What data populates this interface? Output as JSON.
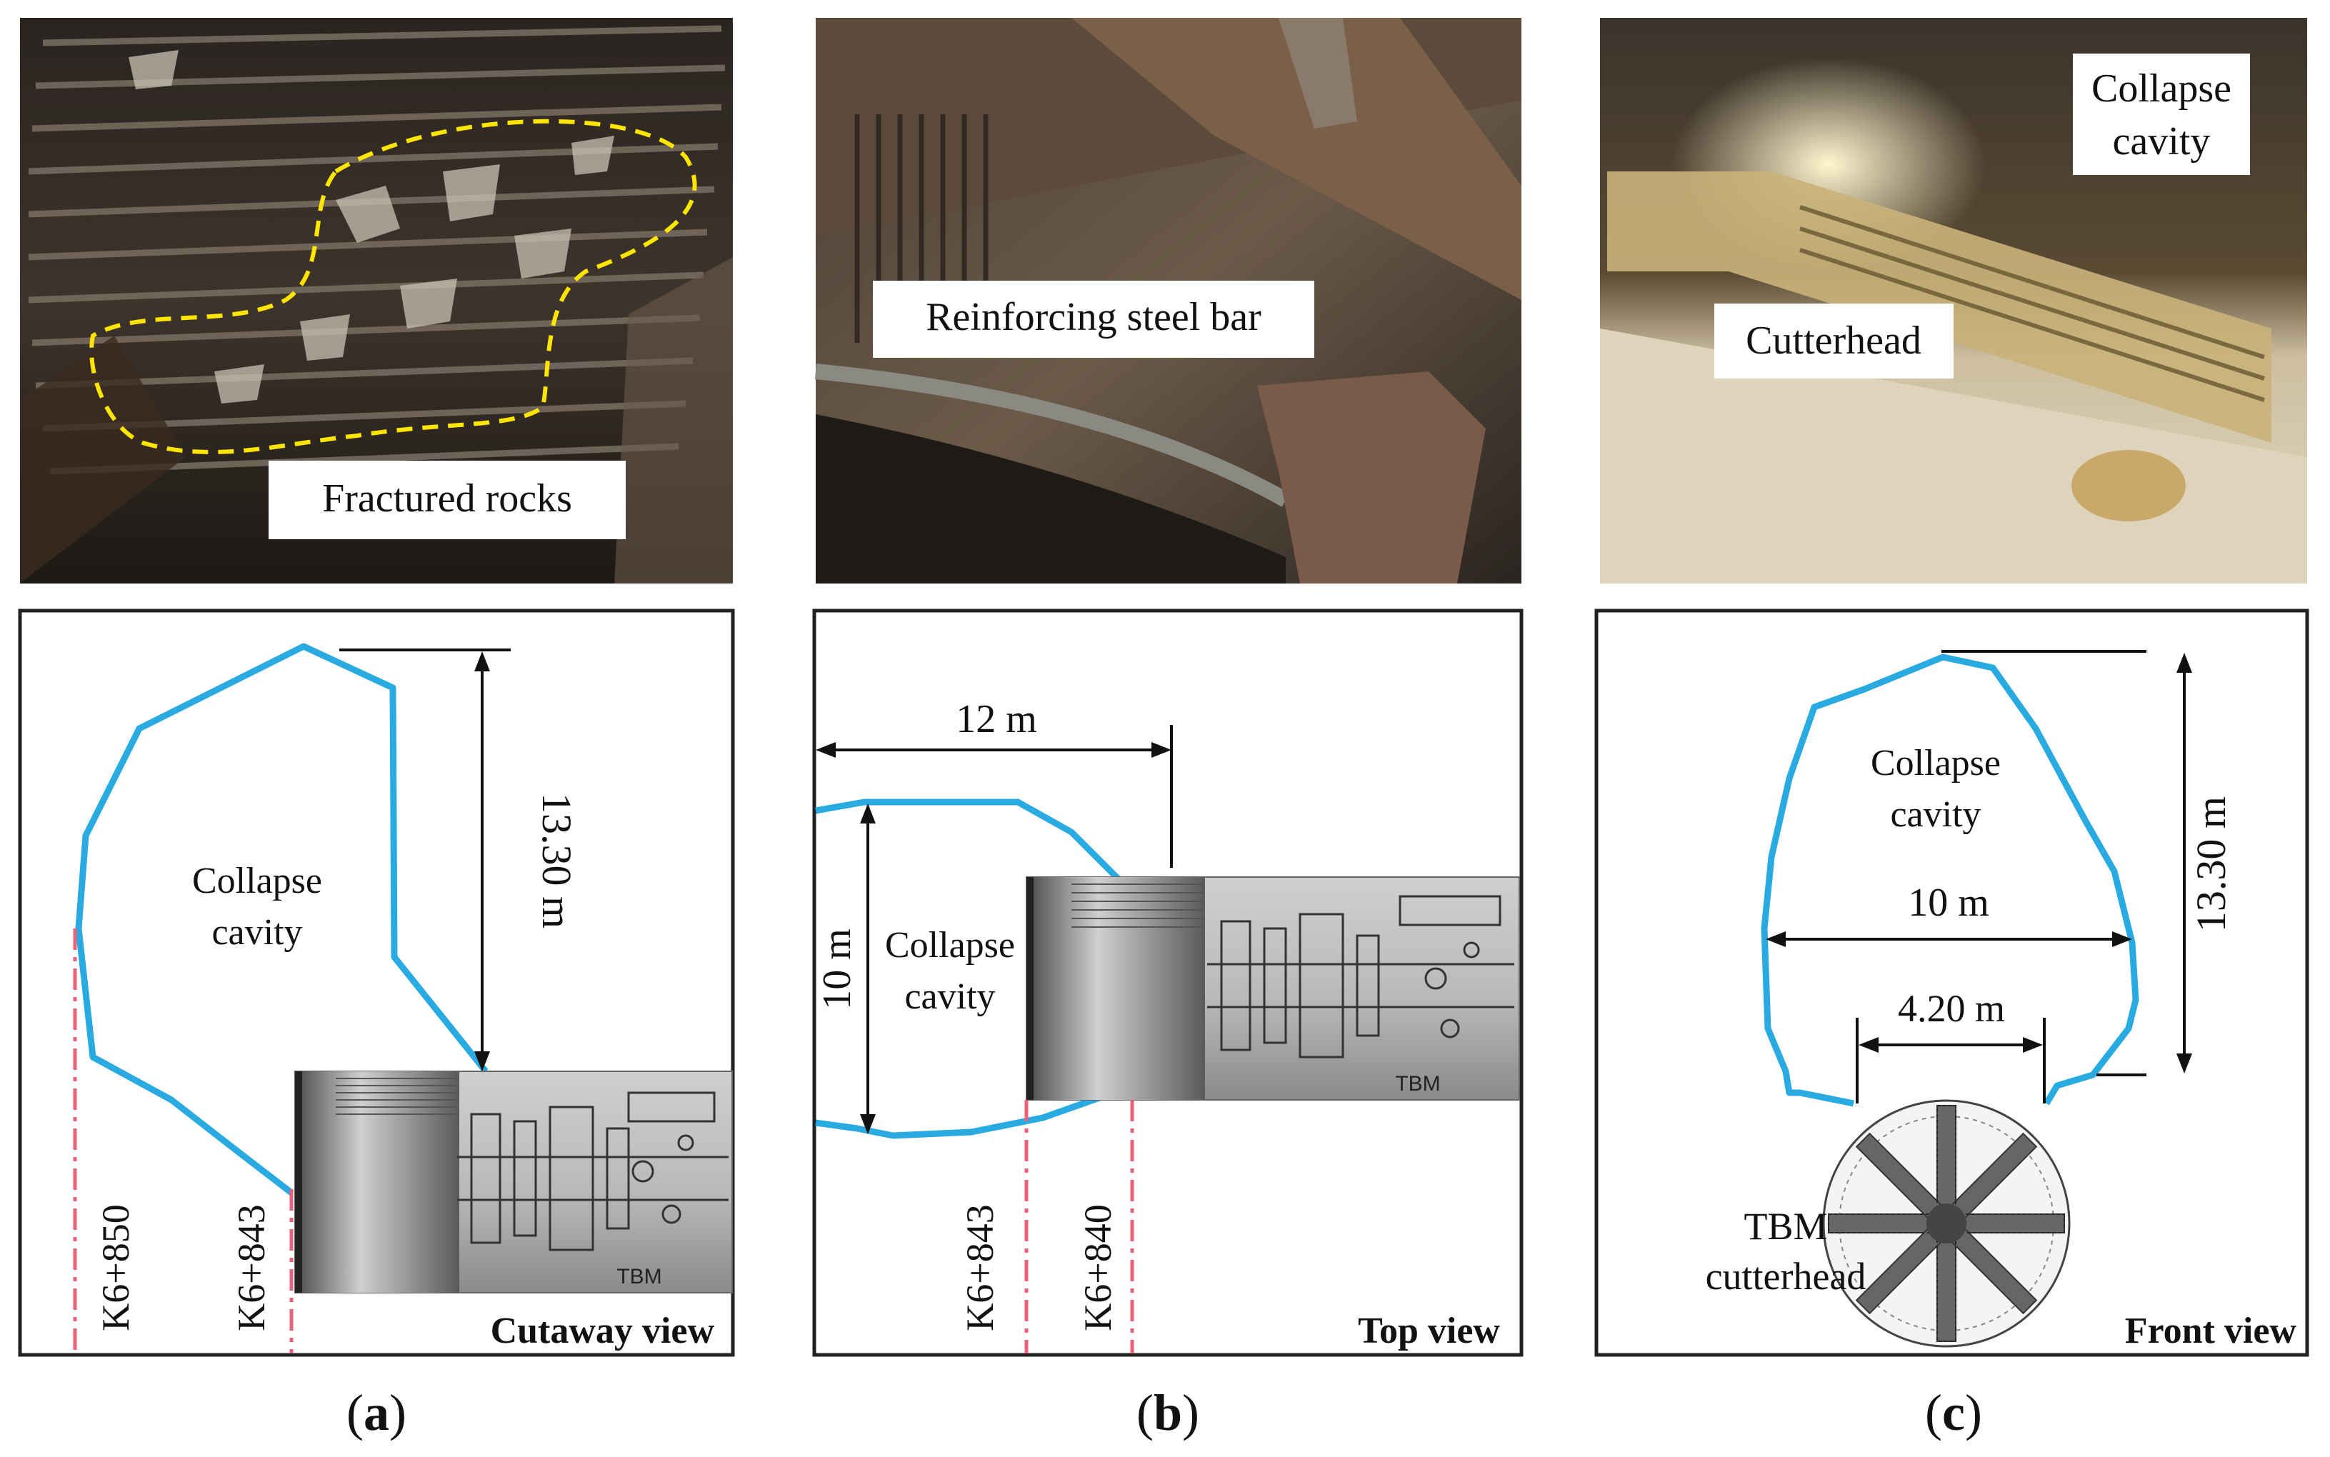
{
  "photos": {
    "a_label": "Fractured rocks",
    "b_label": "Reinforcing steel bar",
    "c_label_cutterhead": "Cutterhead",
    "c_label_cavity_line1": "Collapse",
    "c_label_cavity_line2": "cavity"
  },
  "panel_a": {
    "cavity_line1": "Collapse",
    "cavity_line2": "cavity",
    "height": "13.30 m",
    "station_left": "K6+850",
    "station_right": "K6+843",
    "tbm": "TBM",
    "view": "Cutaway view",
    "caption_open": "(",
    "caption_letter": "a",
    "caption_close": ")"
  },
  "panel_b": {
    "length": "12 m",
    "width": "10 m",
    "cavity_line1": "Collapse",
    "cavity_line2": "cavity",
    "station_left": "K6+843",
    "station_right": "K6+840",
    "tbm": "TBM",
    "view": "Top view",
    "caption_open": "(",
    "caption_letter": "b",
    "caption_close": ")"
  },
  "panel_c": {
    "cavity_line1": "Collapse",
    "cavity_line2": "cavity",
    "width": "10 m",
    "cutter_width": "4.20 m",
    "height": "13.30 m",
    "tbm_line1": "TBM",
    "tbm_line2": "cutterhead",
    "view": "Front view",
    "caption_open": "(",
    "caption_letter": "c",
    "caption_close": ")"
  },
  "colors": {
    "cavity_outline": "#29aae1",
    "station_line": "#e8627a",
    "trace_dash": "#ffe500"
  }
}
